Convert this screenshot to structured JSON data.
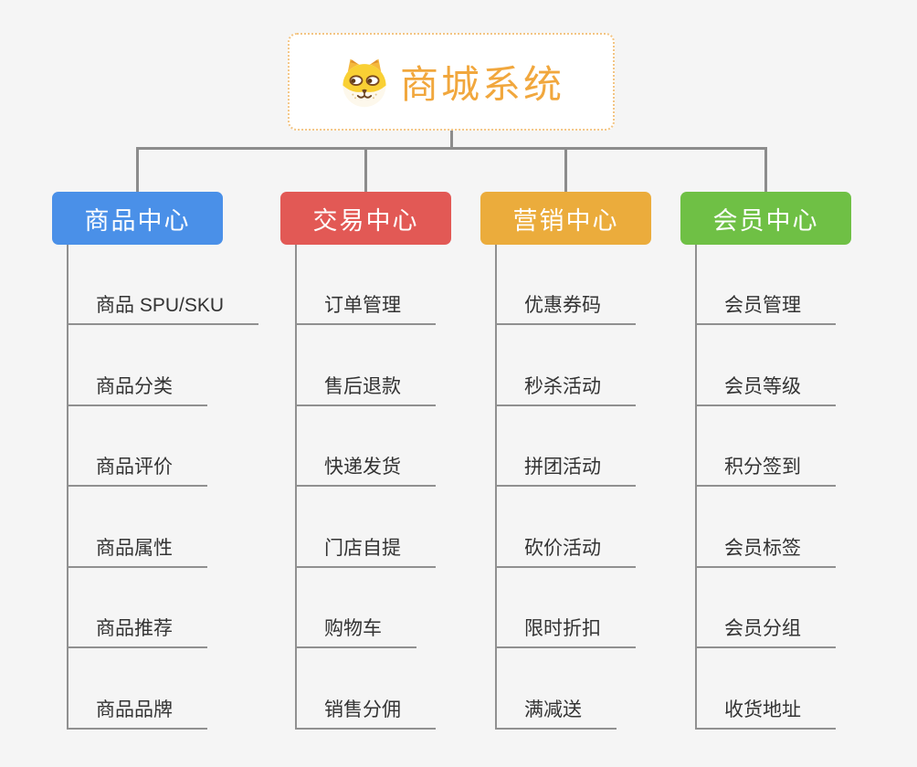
{
  "root": {
    "title": "商城系统",
    "icon": "dog-face-icon",
    "title_color": "#f1a73d",
    "border_color": "#f3c584"
  },
  "branches": [
    {
      "label": "商品中心",
      "color": "#4a90e8",
      "items": [
        "商品 SPU/SKU",
        "商品分类",
        "商品评价",
        "商品属性",
        "商品推荐",
        "商品品牌"
      ]
    },
    {
      "label": "交易中心",
      "color": "#e25955",
      "items": [
        "订单管理",
        "售后退款",
        "快递发货",
        "门店自提",
        "购物车",
        "销售分佣"
      ]
    },
    {
      "label": "营销中心",
      "color": "#ebac3c",
      "items": [
        "优惠券码",
        "秒杀活动",
        "拼团活动",
        "砍价活动",
        "限时折扣",
        "满减送"
      ]
    },
    {
      "label": "会员中心",
      "color": "#6fc045",
      "items": [
        "会员管理",
        "会员等级",
        "积分签到",
        "会员标签",
        "会员分组",
        "收货地址"
      ]
    }
  ],
  "colors": {
    "background": "#f5f5f5",
    "connector": "#8c8c8c",
    "leaf_line": "#909090",
    "leaf_text": "#333333",
    "branch_text": "#ffffff"
  }
}
